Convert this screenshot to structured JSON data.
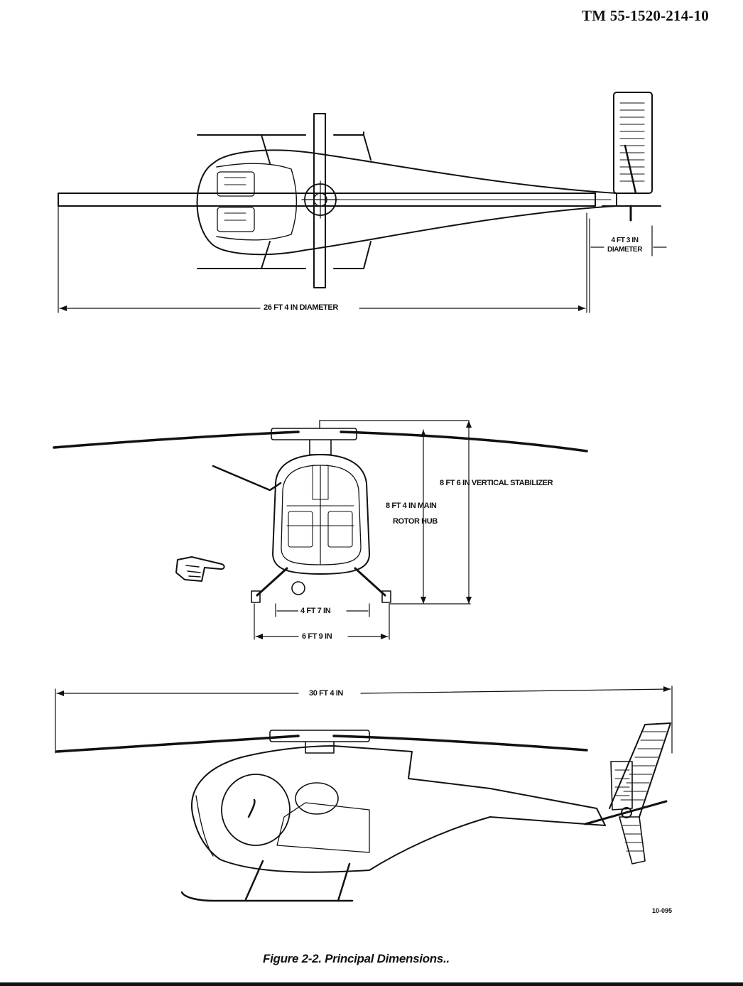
{
  "header": {
    "document_number": "TM 55-1520-214-10"
  },
  "dimensions": {
    "main_rotor_diameter": "26 FT 4 IN DIAMETER",
    "tail_rotor_diameter_line1": "4 FT 3 IN",
    "tail_rotor_diameter_line2": "DIAMETER",
    "vertical_stabilizer_height": "8 FT 6 IN VERTICAL STABILIZER",
    "main_rotor_hub_line1": "8 FT 4 IN MAIN",
    "main_rotor_hub_line2": "ROTOR HUB",
    "skid_width_inner": "4 FT 7 IN",
    "skid_width_outer": "6 FT 9 IN",
    "overall_length": "30 FT 4 IN"
  },
  "figure": {
    "id": "10-095",
    "caption": "Figure 2-2. Principal Dimensions.."
  },
  "icons": [
    "pointing-hand-icon"
  ],
  "colors": {
    "ink": "#111111",
    "paper": "#ffffff"
  }
}
